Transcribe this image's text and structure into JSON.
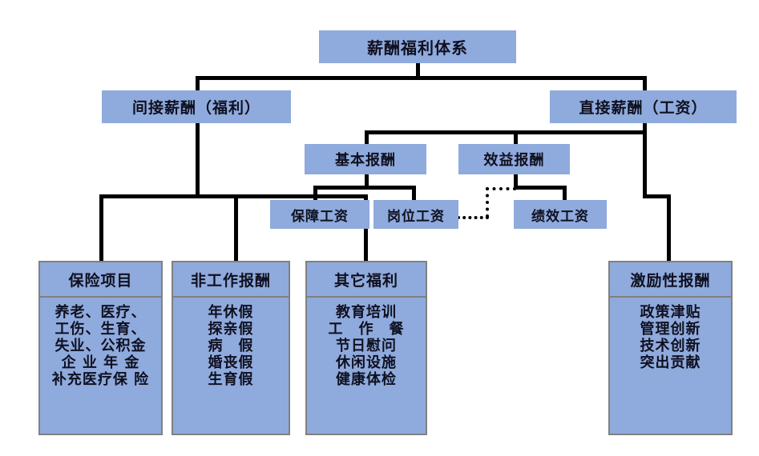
{
  "diagram": {
    "title": "薪酬福利体系",
    "nodes": {
      "root": "薪酬福利体系",
      "indirect": "间接薪酬（福利）",
      "direct": "直接薪酬（工资）",
      "basic_pay": "基本报酬",
      "benefit_pay": "效益报酬",
      "guarantee_wage": "保障工资",
      "post_wage": "岗位工资",
      "performance_wage": "绩效工资"
    },
    "panels": [
      {
        "header": "保险项目",
        "items": [
          "养老、医疗、",
          "工伤、生育、",
          "失业、公积金",
          "企 业 年 金",
          "补充医疗保 险"
        ]
      },
      {
        "header": "非工作报酬",
        "items": [
          "年休假",
          "探亲假",
          "病　假",
          "婚丧假",
          "生育假"
        ]
      },
      {
        "header": "其它福利",
        "items": [
          "教育培训",
          "工　作　餐",
          "节日慰问",
          "休闲设施",
          "健康体检"
        ]
      },
      {
        "header": "激励性报酬",
        "items": [
          "政策津贴",
          "管理创新",
          "技术创新",
          "突出贡献"
        ]
      }
    ],
    "colors": {
      "box_fill": "#8faadc",
      "panel_border": "#808080",
      "connector": "#000000",
      "background": "#ffffff"
    }
  }
}
